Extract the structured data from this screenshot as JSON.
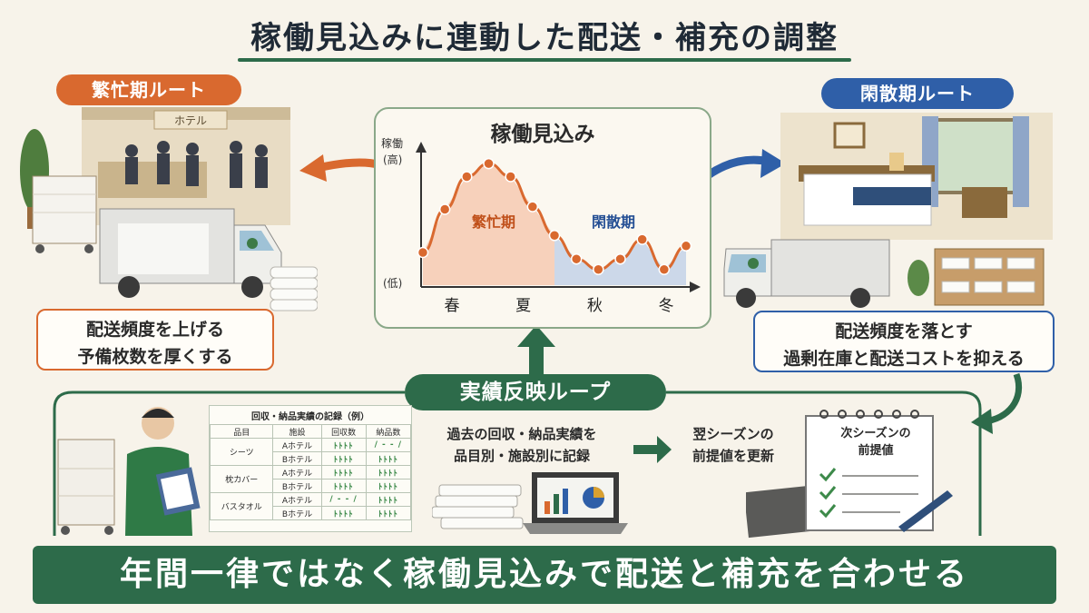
{
  "title": "稼働見込みに連動した配送・補充の調整",
  "busy": {
    "label": "繁忙期ルート",
    "hotel_sign": "ホテル",
    "box_line1": "配送頻度を上げる",
    "box_line2": "予備枚数を厚くする"
  },
  "idle": {
    "label": "閑散期ルート",
    "box_line1": "配送頻度を落とす",
    "box_line2": "過剰在庫と配送コストを抑える"
  },
  "chart_data": {
    "type": "line",
    "title": "稼働見込み",
    "ylabel": "稼働",
    "y_high_label": "(高)",
    "y_low_label": "(低)",
    "categories": [
      "春",
      "夏",
      "秋",
      "冬"
    ],
    "x": [
      0,
      0.5,
      1,
      1.5,
      2,
      2.5,
      3,
      3.5,
      4,
      4.5,
      5,
      5.5,
      6
    ],
    "values": [
      0.25,
      0.58,
      0.83,
      0.93,
      0.83,
      0.6,
      0.38,
      0.2,
      0.12,
      0.2,
      0.35,
      0.12,
      0.3
    ],
    "regions": [
      {
        "name": "繁忙期",
        "color": "#f2a27a"
      },
      {
        "name": "閑散期",
        "color": "#9db8e2"
      }
    ],
    "line_color": "#d9692f",
    "grid": false
  },
  "loop": {
    "label": "実績反映ループ",
    "record_caption_line1": "過去の回収・納品実績を",
    "record_caption_line2": "品目別・施設別に記録",
    "next_caption_line1": "翌シーズンの",
    "next_caption_line2": "前提値を更新",
    "note_title_line1": "次シーズンの",
    "note_title_line2": "前提値"
  },
  "record_table": {
    "title": "回収・納品実績の記録（例）",
    "headers": [
      "品目",
      "施設",
      "回収数",
      "納品数"
    ],
    "rows": [
      {
        "item": "シーツ",
        "facility": "Aホテル",
        "collected": "ﾄﾄﾄﾄ",
        "delivered": "/ - - /"
      },
      {
        "item": "",
        "facility": "Bホテル",
        "collected": "ﾄﾄﾄﾄ",
        "delivered": "ﾄﾄﾄﾄ"
      },
      {
        "item": "枕カバー",
        "facility": "Aホテル",
        "collected": "ﾄﾄﾄﾄ",
        "delivered": "ﾄﾄﾄﾄ"
      },
      {
        "item": "",
        "facility": "Bホテル",
        "collected": "ﾄﾄﾄﾄ",
        "delivered": "ﾄﾄﾄﾄ"
      },
      {
        "item": "バスタオル",
        "facility": "Aホテル",
        "collected": "/ - - /",
        "delivered": "ﾄﾄﾄﾄ"
      },
      {
        "item": "",
        "facility": "Bホテル",
        "collected": "ﾄﾄﾄﾄ",
        "delivered": "ﾄﾄﾄﾄ"
      }
    ]
  },
  "colors": {
    "busy": "#d9692f",
    "idle": "#2f5fa8",
    "loop": "#2d6b4a",
    "banner": "#2d6b4a"
  },
  "banner": "年間一律ではなく稼働見込みで配送と補充を合わせる"
}
